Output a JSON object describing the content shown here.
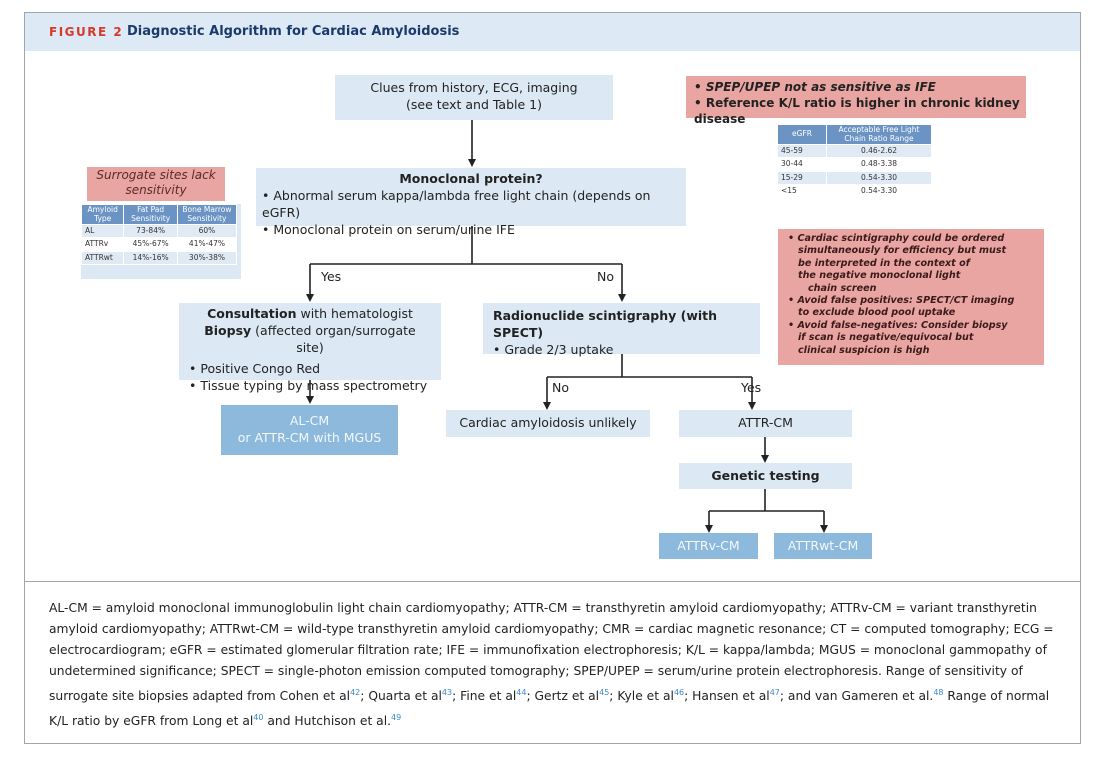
{
  "header": {
    "fig_label": "FIGURE 2",
    "title": "Diagnostic Algorithm for Cardiac Amyloidosis"
  },
  "nodes": {
    "clues": {
      "line1": "Clues from history, ECG, imaging",
      "line2": "(see text and Table 1)"
    },
    "monoclonal": {
      "title": "Monoclonal protein?",
      "bullet1": "• Abnormal serum kappa/lambda free light chain (depends on eGFR)",
      "bullet2": "• Monoclonal protein on serum/urine IFE"
    },
    "consult": {
      "title_bold": "Consultation",
      "title_rest": " with hematologist",
      "biopsy_bold": "Biopsy",
      "biopsy_rest": " (affected organ/surrogate site)",
      "bullet1": "• Positive Congo Red",
      "bullet2": "• Tissue typing by mass spectrometry"
    },
    "alcm": {
      "line1": "AL-CM",
      "line2": "or ATTR-CM with MGUS"
    },
    "radionuclide": {
      "title": "Radionuclide scintigraphy (with SPECT)",
      "bullet1": "• Grade 2/3 uptake"
    },
    "unlikely": {
      "text": "Cardiac amyloidosis unlikely"
    },
    "attrcm": {
      "text": "ATTR-CM"
    },
    "genetic": {
      "text": "Genetic testing"
    },
    "attrv": {
      "text": "ATTRv-CM"
    },
    "attrwt": {
      "text": "ATTRwt-CM"
    }
  },
  "edge_labels": {
    "yes1": "Yes",
    "no1": "No",
    "no2": "No",
    "yes2": "Yes"
  },
  "surrogate": {
    "title": "Surrogate sites lack sensitivity",
    "headers": [
      "Amyloid Type",
      "Fat Pad Sensitivity",
      "Bone Marrow Sensitivity"
    ],
    "rows": [
      [
        "AL",
        "73-84%",
        "60%"
      ],
      [
        "ATTRv",
        "45%-67%",
        "41%-47%"
      ],
      [
        "ATTRwt",
        "14%-16%",
        "30%-38%"
      ]
    ]
  },
  "spep": {
    "line1": "• SPEP/UPEP not as sensitive as IFE",
    "line2": "• Reference K/L ratio is higher in chronic kidney disease",
    "headers": [
      "eGFR",
      "Acceptable Free Light Chain Ratio Range"
    ],
    "rows": [
      [
        "45-59",
        "0.46-2.62"
      ],
      [
        "30-44",
        "0.48-3.38"
      ],
      [
        "15-29",
        "0.54-3.30"
      ],
      [
        "<15",
        "0.54-3.30"
      ]
    ]
  },
  "scint_note": {
    "lines": [
      "• Cardiac scintigraphy could be ordered",
      "simultaneously for efficiency but must",
      "be interpreted in the context of",
      "the negative monoclonal light",
      "chain screen",
      "• Avoid false positives: SPECT/CT imaging",
      "to exclude blood pool uptake",
      "• Avoid false-negatives: Consider biopsy",
      "if scan is negative/equivocal but",
      "clinical suspicion is high"
    ]
  },
  "footnote": {
    "p1": "AL-CM = amyloid monoclonal immunoglobulin light chain cardiomyopathy; ATTR-CM = transthyretin amyloid cardiomyopathy; ATTRv-CM = variant transthyretin amyloid cardiomyopathy; ATTRwt-CM = wild-type transthyretin amyloid cardiomyopathy; CMR = cardiac magnetic resonance; CT = computed tomography; ECG = electrocardiogram; eGFR = estimated glomerular filtration rate; IFE = immunofixation electrophoresis; K/L = kappa/lambda; MGUS = monoclonal gammopathy of undetermined significance; SPECT = single-photon emission computed tomography; SPEP/UPEP = serum/urine protein electrophoresis. Range of sensitivity of surrogate site biopsies adapted from Cohen et al",
    "r42": "42",
    "p2": "; Quarta et al",
    "r43": "43",
    "p3": "; Fine et al",
    "r44": "44",
    "p4": "; Gertz et al",
    "r45": "45",
    "p5": "; Kyle et al",
    "r46": "46",
    "p6": "; Hansen et al",
    "r47": "47",
    "p7": "; and van Gameren et al.",
    "r48": "48",
    "p8": " Range of normal K/L ratio by eGFR from Long et al",
    "r40": "40",
    "p9": " and Hutchison et al.",
    "r49": "49"
  }
}
